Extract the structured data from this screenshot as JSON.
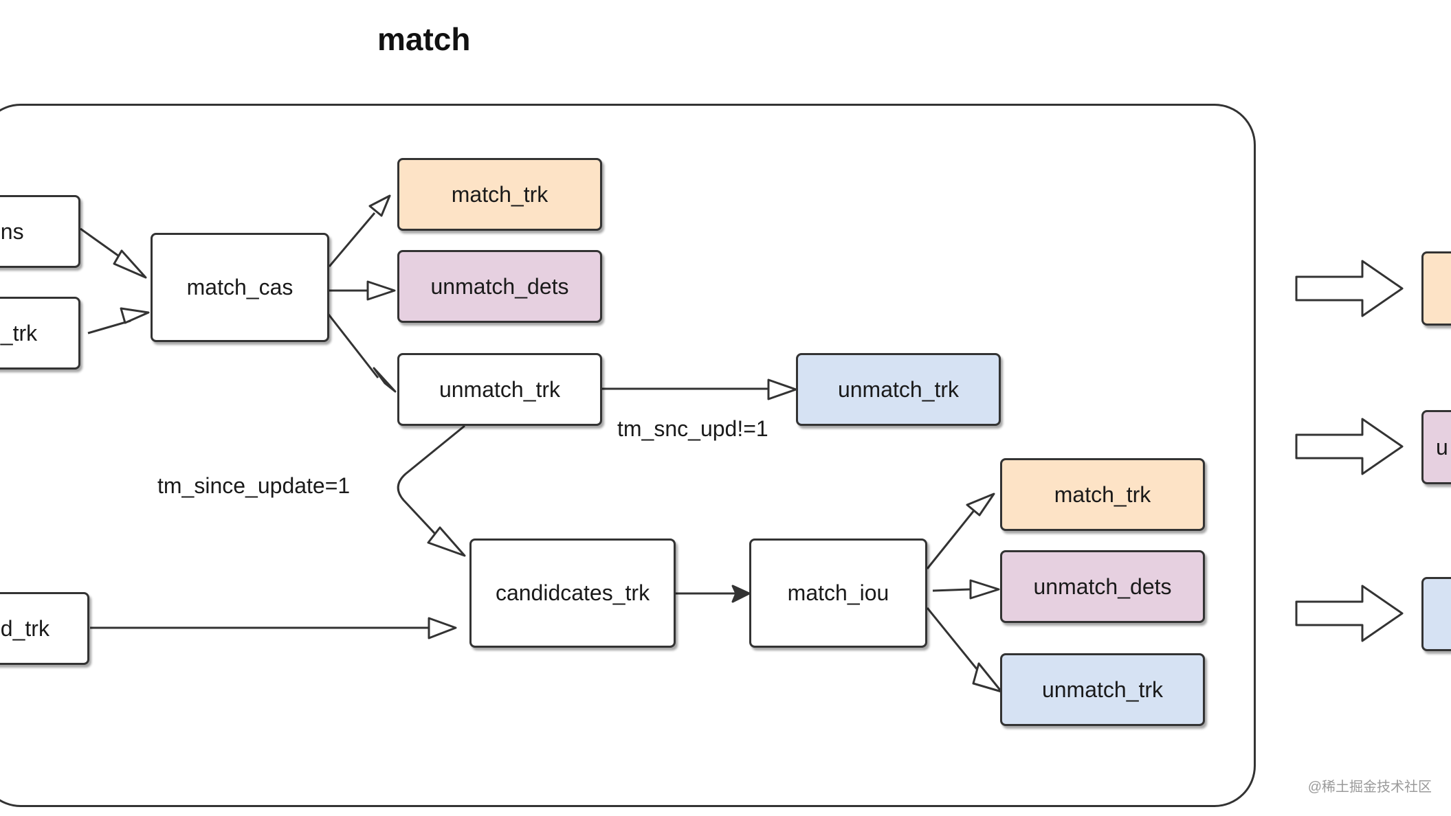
{
  "title": "match",
  "colors": {
    "stroke": "#333333",
    "white": "#ffffff",
    "orange": "#fde3c6",
    "purple": "#e6d0e0",
    "blue": "#d6e2f3",
    "text": "#1a1a1a"
  },
  "nodes": {
    "detections_cut": "ons",
    "tracked_trk_cut": "d_trk",
    "unconfirmed_trk_cut": "ed_trk",
    "match_cas": "match_cas",
    "match_trk_1": "match_trk",
    "unmatch_dets_1": "unmatch_dets",
    "unmatch_trk_1": "unmatch_trk",
    "unmatch_trk_2": "unmatch_trk",
    "candidates_trk": "candidcates_trk",
    "match_iou": "match_iou",
    "match_trk_3": "match_trk",
    "unmatch_dets_3": "unmatch_dets",
    "unmatch_trk_3": "unmatch_trk",
    "output_cut_2": "u"
  },
  "edge_labels": {
    "tm_snc_upd": "tm_snc_upd!=1",
    "tm_since_update": "tm_since_update=1"
  },
  "watermark": "@稀土掘金技术社区"
}
